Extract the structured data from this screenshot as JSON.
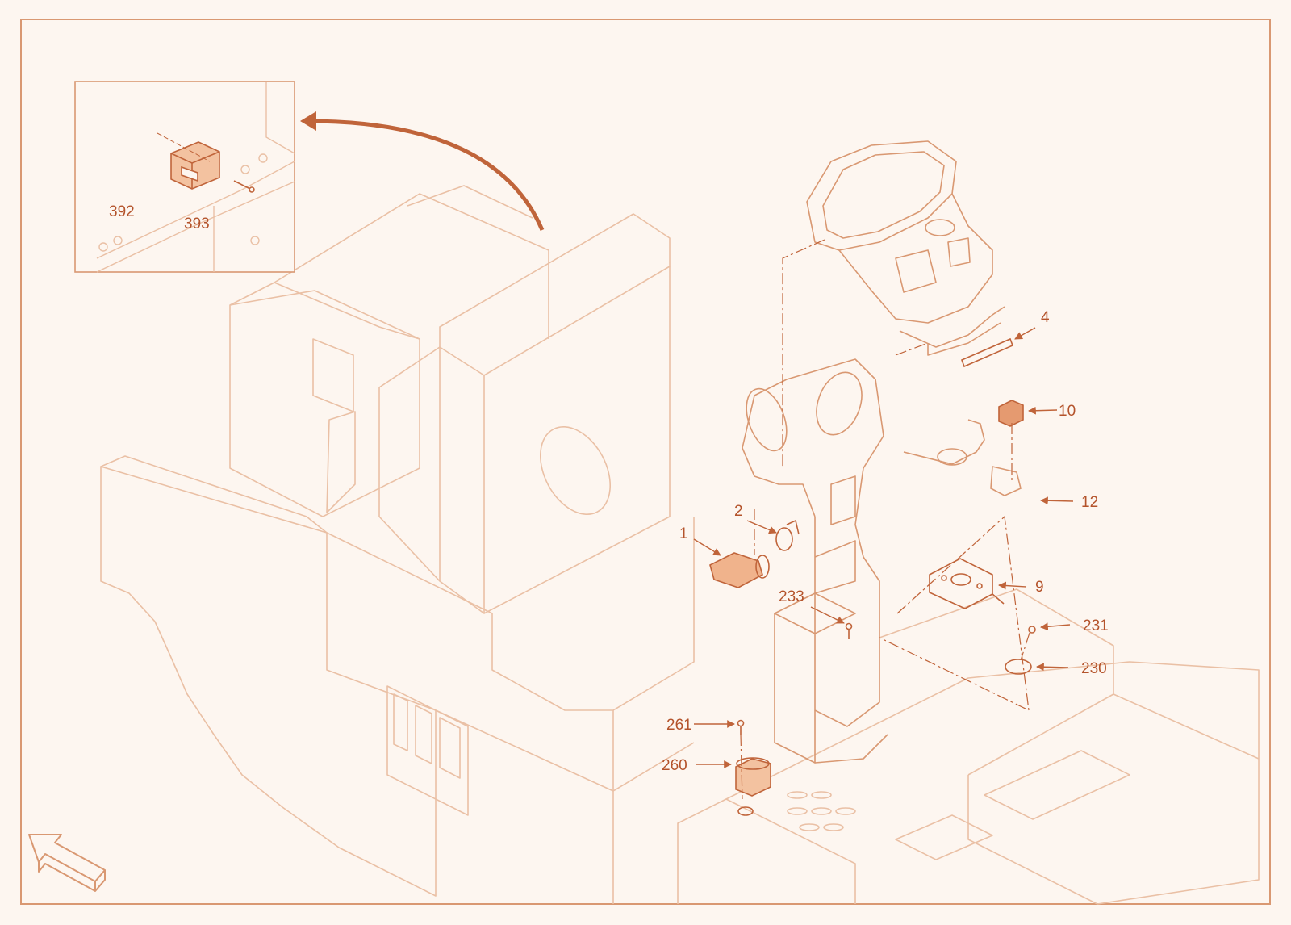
{
  "colors": {
    "background": "#fdf6f0",
    "line_faint": "#eac0a5",
    "line_main": "#d99872",
    "accent": "#c0643a",
    "label": "#b4532b"
  },
  "callouts": {
    "c392": "392",
    "c393": "393",
    "c1": "1",
    "c2": "2",
    "c4": "4",
    "c9": "9",
    "c10": "10",
    "c12": "12",
    "c230": "230",
    "c231": "231",
    "c233": "233",
    "c260": "260",
    "c261": "261"
  },
  "icons": {
    "inset_arrow": "curved-arrow-icon",
    "orientation": "orientation-arrow-icon"
  }
}
